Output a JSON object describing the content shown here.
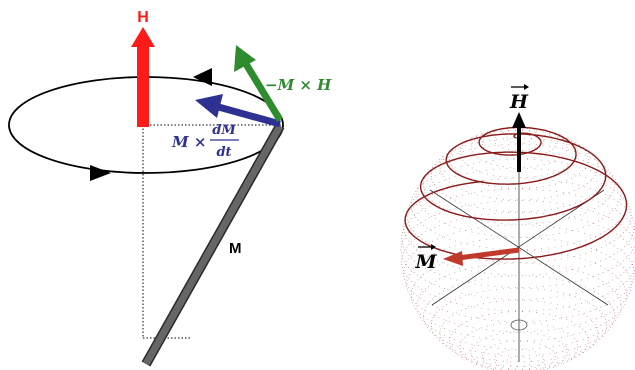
{
  "left_figure": {
    "field_label": "H",
    "magnetization_label": "M",
    "damping_term": {
      "prefix": "M ×",
      "numerator": "dM",
      "denominator": "dt",
      "color": "#2e3192"
    },
    "precession_term": {
      "text": "−M × H",
      "color": "#2e8b2e"
    },
    "field_color": "#ff1a1a",
    "magnetization_color": "#555555"
  },
  "right_figure": {
    "field_label": "H",
    "magnetization_label": "M",
    "field_color": "#000000",
    "magnetization_color": "#c0392b",
    "trajectory_color": "#8b1a1a"
  }
}
